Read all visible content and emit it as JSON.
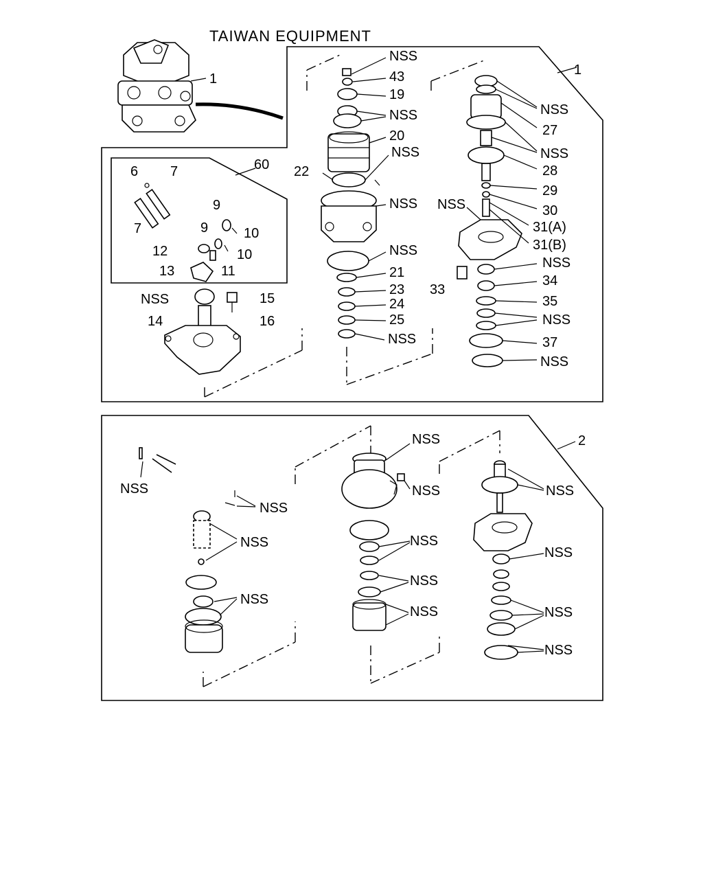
{
  "title": "TAIWAN  EQUIPMENT",
  "upper_section": {
    "assembly_number": "1",
    "kit_number": "60",
    "overview_callout": "1",
    "kit_labels": [
      "6",
      "7",
      "7",
      "9",
      "9",
      "10",
      "10",
      "11",
      "12",
      "13"
    ],
    "left_labels": [
      "NSS",
      "14",
      "15",
      "16"
    ],
    "center_labels": [
      "NSS",
      "43",
      "19",
      "NSS",
      "20",
      "NSS",
      "22",
      "NSS",
      "NSS",
      "21",
      "23",
      "24",
      "25",
      "NSS"
    ],
    "right_labels": [
      "NSS",
      "27",
      "NSS",
      "28",
      "29",
      "30",
      "31(A)",
      "31(B)",
      "NSS",
      "NSS",
      "33",
      "34",
      "35",
      "NSS",
      "37",
      "NSS"
    ]
  },
  "lower_section": {
    "assembly_number": "2",
    "left_labels": [
      "NSS",
      "NSS",
      "NSS",
      "NSS"
    ],
    "center_labels": [
      "NSS",
      "NSS",
      "NSS",
      "NSS",
      "NSS"
    ],
    "right_labels": [
      "NSS",
      "NSS",
      "NSS",
      "NSS"
    ]
  }
}
